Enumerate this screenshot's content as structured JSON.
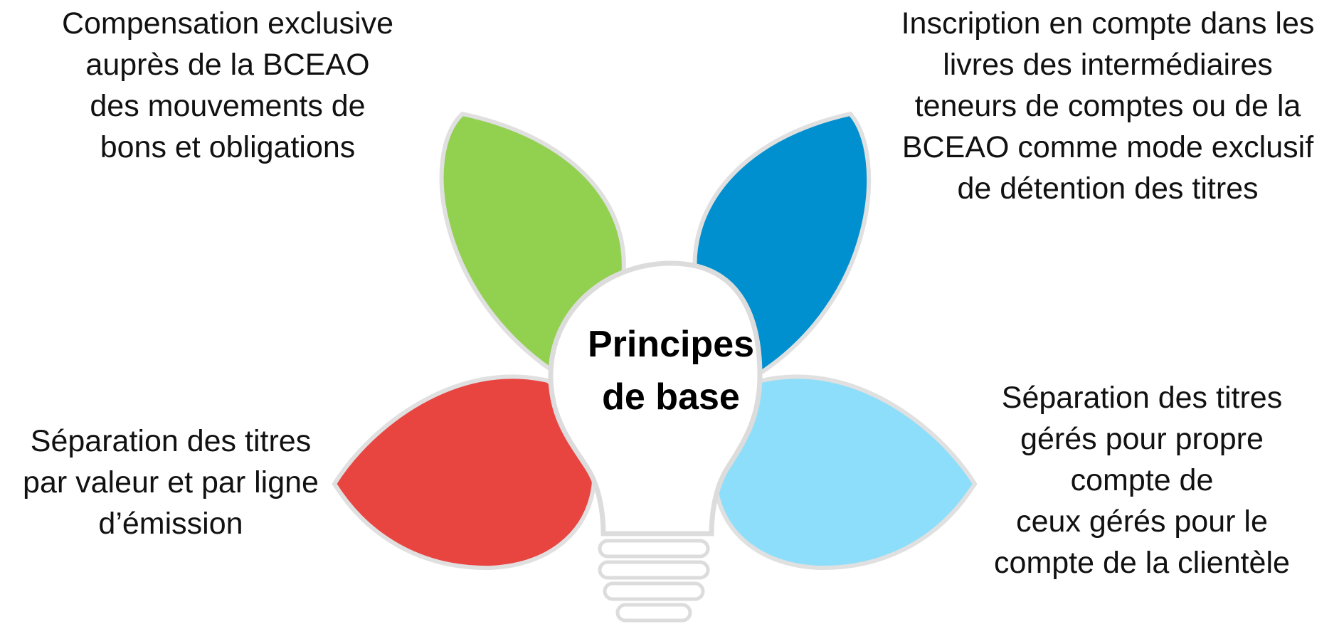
{
  "center": {
    "line1": "Principes",
    "line2": "de base"
  },
  "petals": [
    {
      "position": "top-left",
      "color": "#92D050",
      "lines": [
        "Compensation exclusive",
        "auprès de la BCEAO",
        "des mouvements de",
        "bons et obligations"
      ]
    },
    {
      "position": "top-right",
      "color": "#0090D0",
      "lines": [
        "Inscription en compte dans les",
        "livres des intermédiaires",
        "teneurs de comptes ou de la",
        "BCEAO comme mode exclusif",
        "de détention des titres"
      ]
    },
    {
      "position": "bottom-left",
      "color": "#E84440",
      "lines": [
        "Séparation des titres",
        "par valeur et par ligne",
        "d’émission"
      ]
    },
    {
      "position": "bottom-right",
      "color": "#8DDEFB",
      "lines": [
        "Séparation des titres",
        "gérés pour propre",
        "compte de",
        "ceux gérés pour le",
        "compte de la clientèle"
      ]
    }
  ],
  "bulb": {
    "outline_color": "#DCDCDC"
  }
}
